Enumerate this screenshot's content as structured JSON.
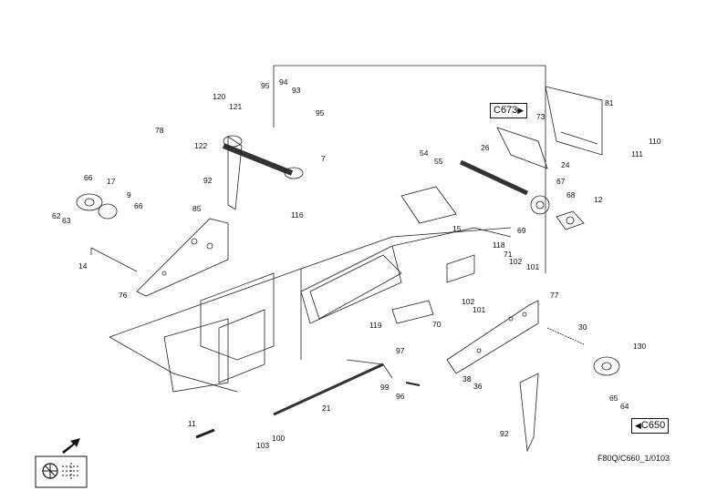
{
  "diagram": {
    "drawing_code": "F80Q/C660_1/0103",
    "ref_boxes": {
      "c673": "C673",
      "c650": "C650"
    },
    "icons": [
      "direction-arrow-icon",
      "machine-section-icon"
    ],
    "labels": [
      "120",
      "121",
      "95",
      "94",
      "93",
      "95",
      "78",
      "122",
      "92",
      "7",
      "66",
      "17",
      "9",
      "66",
      "62",
      "63",
      "85",
      "14",
      "76",
      "116",
      "54",
      "55",
      "26",
      "73",
      "81",
      "110",
      "111",
      "24",
      "67",
      "68",
      "12",
      "69",
      "15",
      "118",
      "71",
      "102",
      "101",
      "119",
      "70",
      "102",
      "101",
      "77",
      "30",
      "130",
      "97",
      "99",
      "96",
      "38",
      "36",
      "92",
      "65",
      "64",
      "21",
      "11",
      "103",
      "100"
    ]
  }
}
